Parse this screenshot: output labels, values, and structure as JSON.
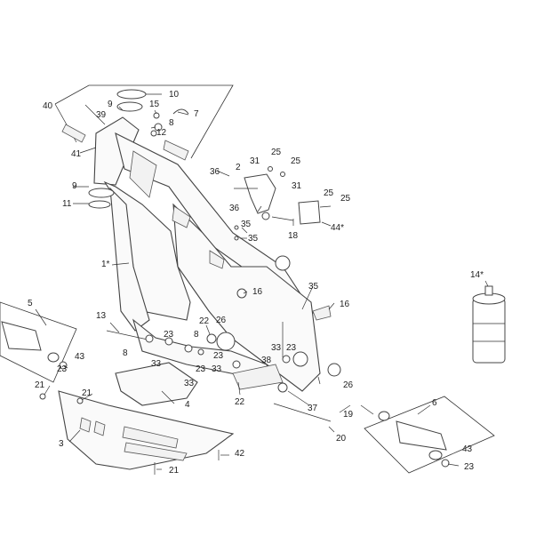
{
  "callouts": {
    "c1": "1*",
    "c2": "2",
    "c3": "3",
    "c4": "4",
    "c5": "5",
    "c6": "6",
    "c7": "7",
    "c8a": "8",
    "c8b": "8",
    "c8c": "8",
    "c9a": "9",
    "c9b": "9",
    "c10": "10",
    "c11": "11",
    "c12": "12",
    "c13": "13",
    "c14": "14*",
    "c15": "15",
    "c16a": "16",
    "c16b": "16",
    "c18": "18",
    "c19": "19",
    "c20": "20",
    "c21a": "21",
    "c21b": "21",
    "c21c": "21",
    "c22a": "22",
    "c22b": "22",
    "c23a": "23",
    "c23b": "23",
    "c23c": "23",
    "c23d": "23",
    "c23e": "23",
    "c23f": "23",
    "c25a": "25",
    "c25b": "25",
    "c25c": "25",
    "c25d": "25",
    "c26a": "26",
    "c26b": "26",
    "c31a": "31",
    "c31b": "31",
    "c33a": "33",
    "c33b": "33",
    "c33c": "33",
    "c33d": "33",
    "c35a": "35",
    "c35b": "35",
    "c35c": "35",
    "c36a": "36",
    "c36b": "36",
    "c37": "37",
    "c38": "38",
    "c39": "39",
    "c40": "40",
    "c41": "41",
    "c42": "42",
    "c43a": "43",
    "c43b": "43",
    "c44": "44*"
  }
}
